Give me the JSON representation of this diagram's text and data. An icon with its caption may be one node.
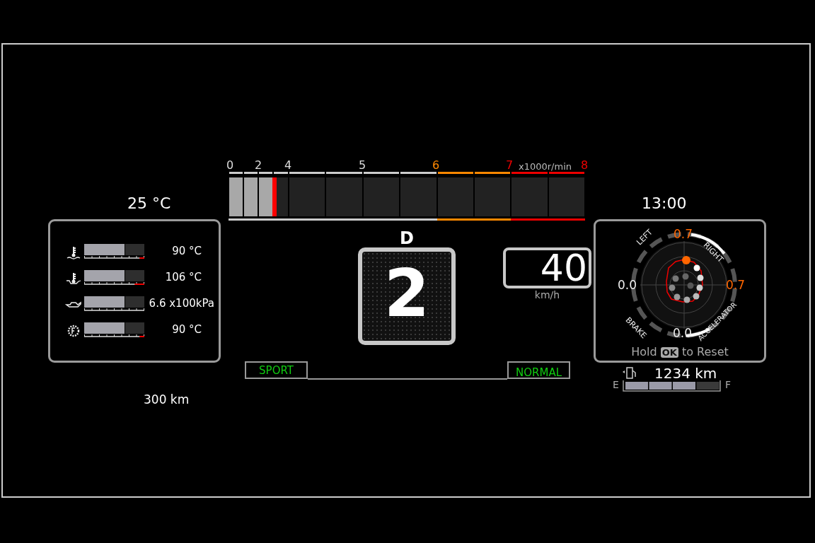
{
  "diagram": {
    "nodes": [
      {
        "text": [
          "90 °C",
          "106 °C",
          "6.6 x100kPa",
          "90 °C"
        ]
      },
      {
        "text": [
          "D",
          "2"
        ]
      },
      {
        "text": [
          "40",
          "km/h"
        ]
      },
      {
        "text": [
          "0.7",
          "LEFT",
          "RIGHT",
          "0.0",
          "0.7",
          "BRAKE",
          "ACCELERATOR",
          "0.0",
          "Hold **OK** to Reset"
        ]
      },
      {
        "text": [
          "SPORT"
        ]
      },
      {
        "text": [
          "NORMAL"
        ]
      }
    ],
    "labels": [
      "0",
      "2",
      "4",
      "5",
      "6",
      "7",
      "x1000r/min",
      "8",
      "25 °C",
      "13:00",
      "1234 km",
      "E",
      "F",
      "300 km"
    ]
  }
}
